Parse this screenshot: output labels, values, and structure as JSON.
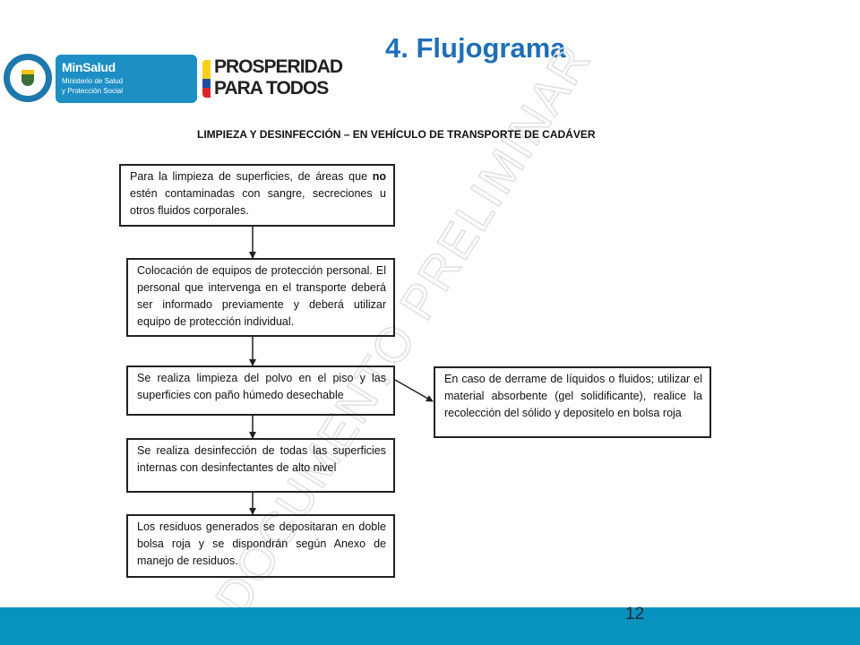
{
  "slide": {
    "title": "4. Flujograma",
    "page_number": "12"
  },
  "logos": {
    "minsalud_name": "MinSalud",
    "minsalud_line1": "Ministerio de Salud",
    "minsalud_line2": "y Protección Social",
    "prosperidad_line1": "PROSPERIDAD",
    "prosperidad_line2": "PARA TODOS"
  },
  "watermark": "DOCUMENTO PRELIMINAR",
  "diagram": {
    "heading": "LIMPIEZA Y DESINFECCIÓN – EN VEHÍCULO DE TRANSPORTE DE CADÁVER",
    "step1_before": "Para la limpieza de superficies, de áreas que ",
    "step1_bold": "no",
    "step1_after": " estén contaminadas con sangre, secreciones u otros fluidos corporales.",
    "step2": "Colocación de equipos de protección personal. El personal que intervenga en el transporte deberá ser informado previamente y deberá utilizar equipo de protección individual.",
    "step3": "Se realiza limpieza del polvo en el piso y las superficies con paño húmedo desechable",
    "side_note": "En caso de derrame de líquidos o fluidos; utilizar el material absorbente (gel solidificante), realice la recolección del sólido y  depositelo en bolsa roja",
    "step4": "Se realiza desinfección de todas  las superficies internas con desinfectantes de alto nivel",
    "step5": "Los residuos generados se depositaran en doble bolsa roja y se dispondrán según Anexo de manejo de residuos."
  },
  "colors": {
    "title": "#1f6fb7",
    "footer_bar": "#0793be",
    "minsalud_blue": "#1d8fc4"
  }
}
